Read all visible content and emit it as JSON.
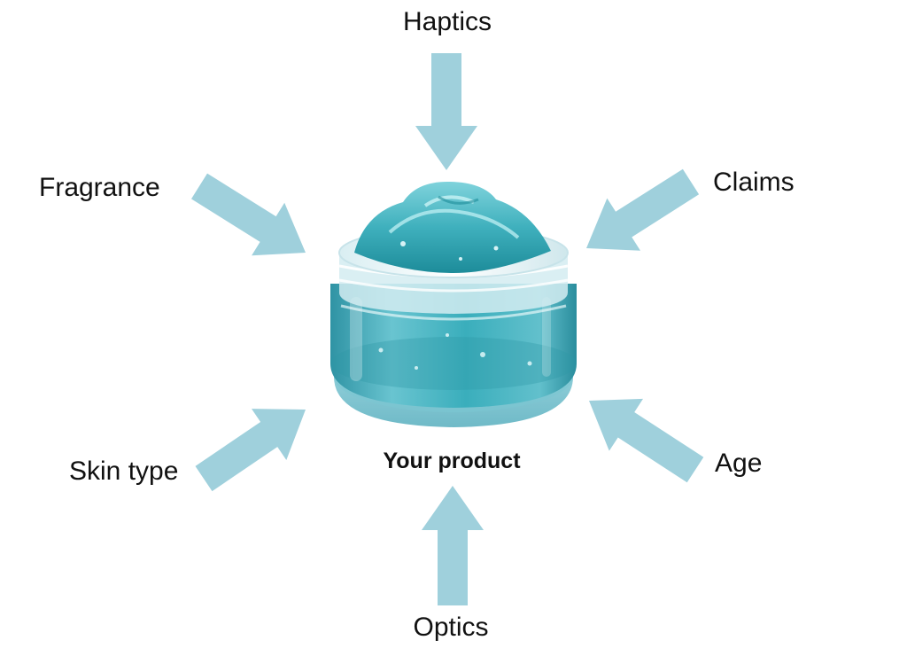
{
  "diagram": {
    "center_label": "Your product",
    "factors": [
      {
        "id": "haptics",
        "label": "Haptics"
      },
      {
        "id": "claims",
        "label": "Claims"
      },
      {
        "id": "fragrance",
        "label": "Fragrance"
      },
      {
        "id": "skin-type",
        "label": "Skin type"
      },
      {
        "id": "age",
        "label": "Age"
      },
      {
        "id": "optics",
        "label": "Optics"
      }
    ],
    "product_icon": "cosmetic-gel-jar-icon"
  },
  "colors": {
    "arrow": "#9fd0dc",
    "text": "#111111",
    "gel": "#3fb0bd",
    "gel_dark": "#1d8c9a",
    "jar_glass": "#bfe3ea"
  }
}
